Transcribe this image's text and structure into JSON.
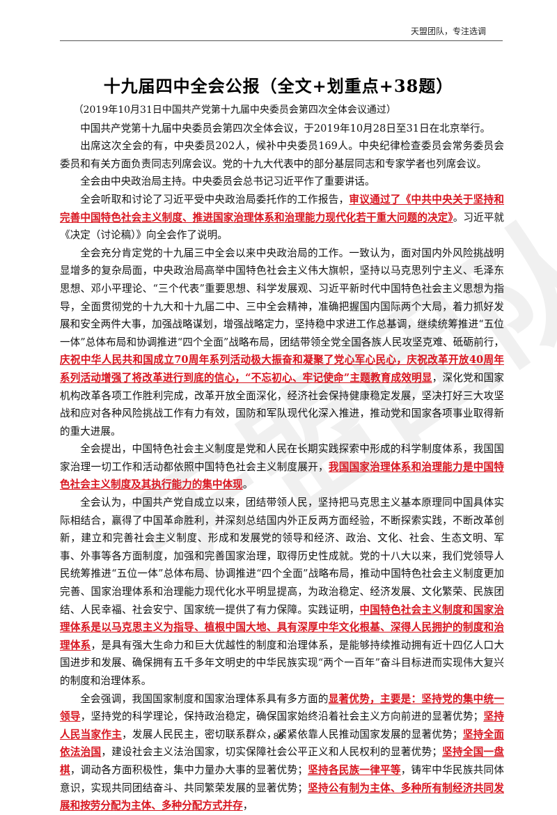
{
  "header": {
    "text": "天盟团队，专注选调"
  },
  "title": "十九届四中全会公报（全文+划重点+38题）",
  "subtitle": "（2019年10月31日中国共产党第十九届中央委员会第四次全体会议通过）",
  "watermark": "天盟团队",
  "page_number": "80",
  "paragraphs": [
    {
      "segments": [
        {
          "t": "中国共产党第十九届中央委员会第四次全体会议，于2019年10月28日至31日在北京举行。"
        }
      ]
    },
    {
      "segments": [
        {
          "t": "出席这次全会的有，中央委员202人，候补中央委员169人。中央纪律检查委员会常务委员会委员和有关方面负责同志列席会议。党的十九大代表中的部分基层同志和专家学者也列席会议。"
        }
      ]
    },
    {
      "segments": [
        {
          "t": "全会由中央政治局主持。中央委员会总书记习近平作了重要讲话。"
        }
      ]
    },
    {
      "segments": [
        {
          "t": "全会听取和讨论了习近平受中央政治局委托作的工作报告，"
        },
        {
          "t": "审议通过了《中共中央关于坚持和完善中国特色社会主义制度、推进国家治理体系和治理能力现代化若干重大问题的决定》",
          "hl": true
        },
        {
          "t": "。习近平就《决定（讨论稿）》向全会作了说明。"
        }
      ]
    },
    {
      "segments": [
        {
          "t": "全会充分肯定党的十九届三中全会以来中央政治局的工作。一致认为，面对国内外风险挑战明显增多的复杂局面，中央政治局高举中国特色社会主义伟大旗帜，坚持以马克思列宁主义、毛泽东思想、邓小平理论、“三个代表”重要思想、科学发展观、习近平新时代中国特色社会主义思想为指导，全面贯彻党的十九大和十九届二中、三中全会精神，准确把握国内国际两个大局，着力抓好发展和安全两件大事，加强战略谋划，增强战略定力，坚持稳中求进工作总基调，继续统筹推进“五位一体”总体布局和协调推进“四个全面”战略布局，团结带领全党全国各族人民攻坚克难、砥砺前行，"
        },
        {
          "t": "庆祝中华人民共和国成立70周年系列活动极大振奋和凝聚了党心军心民心，庆祝改革开放40周年系列活动增强了将改革进行到底的信心，“不忘初心、牢记使命”主题教育成效明显",
          "hl": true
        },
        {
          "t": "，深化党和国家机构改革各项工作胜利完成，改革开放全面深化，经济社会保持健康稳定发展，坚决打好三大攻坚战和应对各种风险挑战工作有力有效，国防和军队现代化深入推进，推动党和国家各项事业取得新的重大进展。"
        }
      ]
    },
    {
      "segments": [
        {
          "t": "全会提出，中国特色社会主义制度是党和人民在长期实践探索中形成的科学制度体系，我国国家治理一切工作和活动都依照中国特色社会主义制度展开，"
        },
        {
          "t": "我国国家治理体系和治理能力是中国特色社会主义制度及其执行能力的集中体现",
          "hl": true
        },
        {
          "t": "。"
        }
      ]
    },
    {
      "segments": [
        {
          "t": "全会认为，中国共产党自成立以来，团结带领人民，坚持把马克思主义基本原理同中国具体实际相结合，赢得了中国革命胜利，并深刻总结国内外正反两方面经验，不断探索实践，不断改革创新，建立和完善社会主义制度、形成和发展党的领导和经济、政治、文化、社会、生态文明、军事、外事等各方面制度，加强和完善国家治理，取得历史性成就。党的十八大以来，我们党领导人民统筹推进“五位一体”总体布局、协调推进“四个全面”战略布局，推动中国特色社会主义制度更加完善、国家治理体系和治理能力现代化水平明显提高，为政治稳定、经济发展、文化繁荣、民族团结、人民幸福、社会安宁、国家统一提供了有力保障。实践证明，"
        },
        {
          "t": "中国特色社会主义制度和国家治理体系是以马克思主义为指导、植根中国大地、具有深厚中华文化根基、深得人民拥护的制度和治理体系",
          "hl": true
        },
        {
          "t": "，是具有强大生命力和巨大优越性的制度和治理体系，是能够持续推动拥有近十四亿人口大国进步和发展、确保拥有五千多年文明史的中华民族实现“两个一百年”奋斗目标进而实现伟大复兴的制度和治理体系。"
        }
      ]
    },
    {
      "segments": [
        {
          "t": "全会强调，我国国家制度和国家治理体系具有多方面的"
        },
        {
          "t": "显著优势，主要是：坚持党的集中统一领导",
          "hl": true
        },
        {
          "t": "，坚持党的科学理论，保持政治稳定，确保国家始终沿着社会主义方向前进的显著优势；"
        },
        {
          "t": "坚持人民当家作主",
          "hl": true
        },
        {
          "t": "，发展人民民主，密切联系群众，紧紧依靠人民推动国家发展的显著优势；"
        },
        {
          "t": "坚持全面依法治国",
          "hl": true
        },
        {
          "t": "，建设社会主义法治国家，切实保障社会公平正义和人民权利的显著优势；"
        },
        {
          "t": "坚持全国一盘棋",
          "hl": true
        },
        {
          "t": "，调动各方面积极性，集中力量办大事的显著优势；"
        },
        {
          "t": "坚持各民族一律平等",
          "hl": true
        },
        {
          "t": "，铸牢中华民族共同体意识，实现共同团结奋斗、共同繁荣发展的显著优势；"
        },
        {
          "t": "坚持公有制为主体、多种所有制经济共同发展和按劳分配为主体、多种分配方式并存",
          "hl": true
        },
        {
          "t": "，"
        }
      ]
    }
  ]
}
